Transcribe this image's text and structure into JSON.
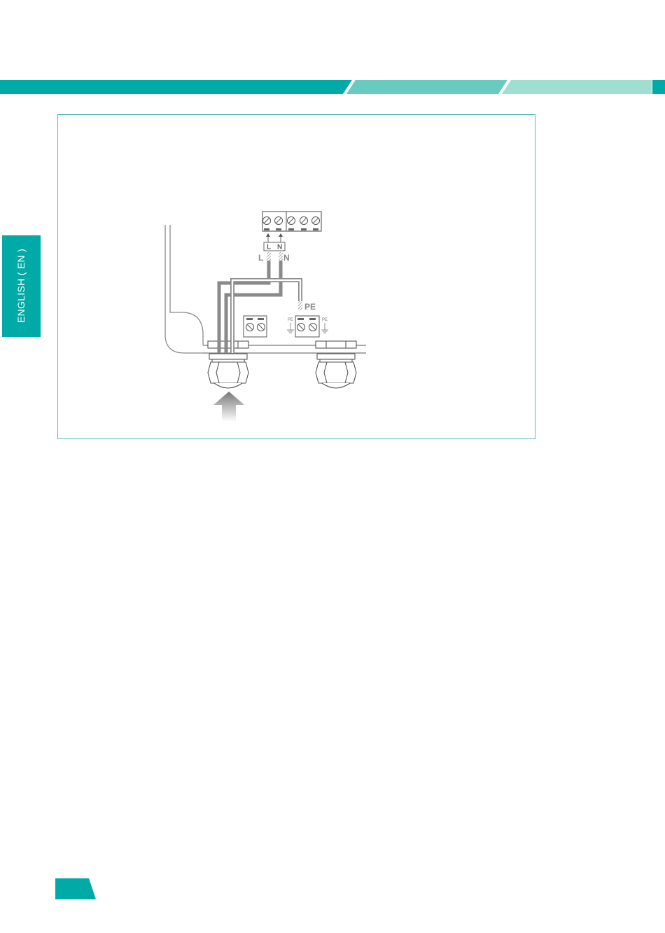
{
  "page": {
    "language_tab": "ENGLISH ( EN )",
    "colors": {
      "teal_dark": "#00aaa6",
      "teal_mid": "#68cbbf",
      "teal_light": "#9fdfd2",
      "frame_border": "#55bdb7",
      "diagram_line": "#8a8a8a",
      "diagram_stroke": "#555555"
    }
  },
  "diagram": {
    "terminal_labels": {
      "live_small": "L",
      "neutral_small": "N",
      "live": "L",
      "neutral": "N",
      "earth": "PE",
      "earth_left": "PE",
      "earth_right": "PE"
    }
  }
}
